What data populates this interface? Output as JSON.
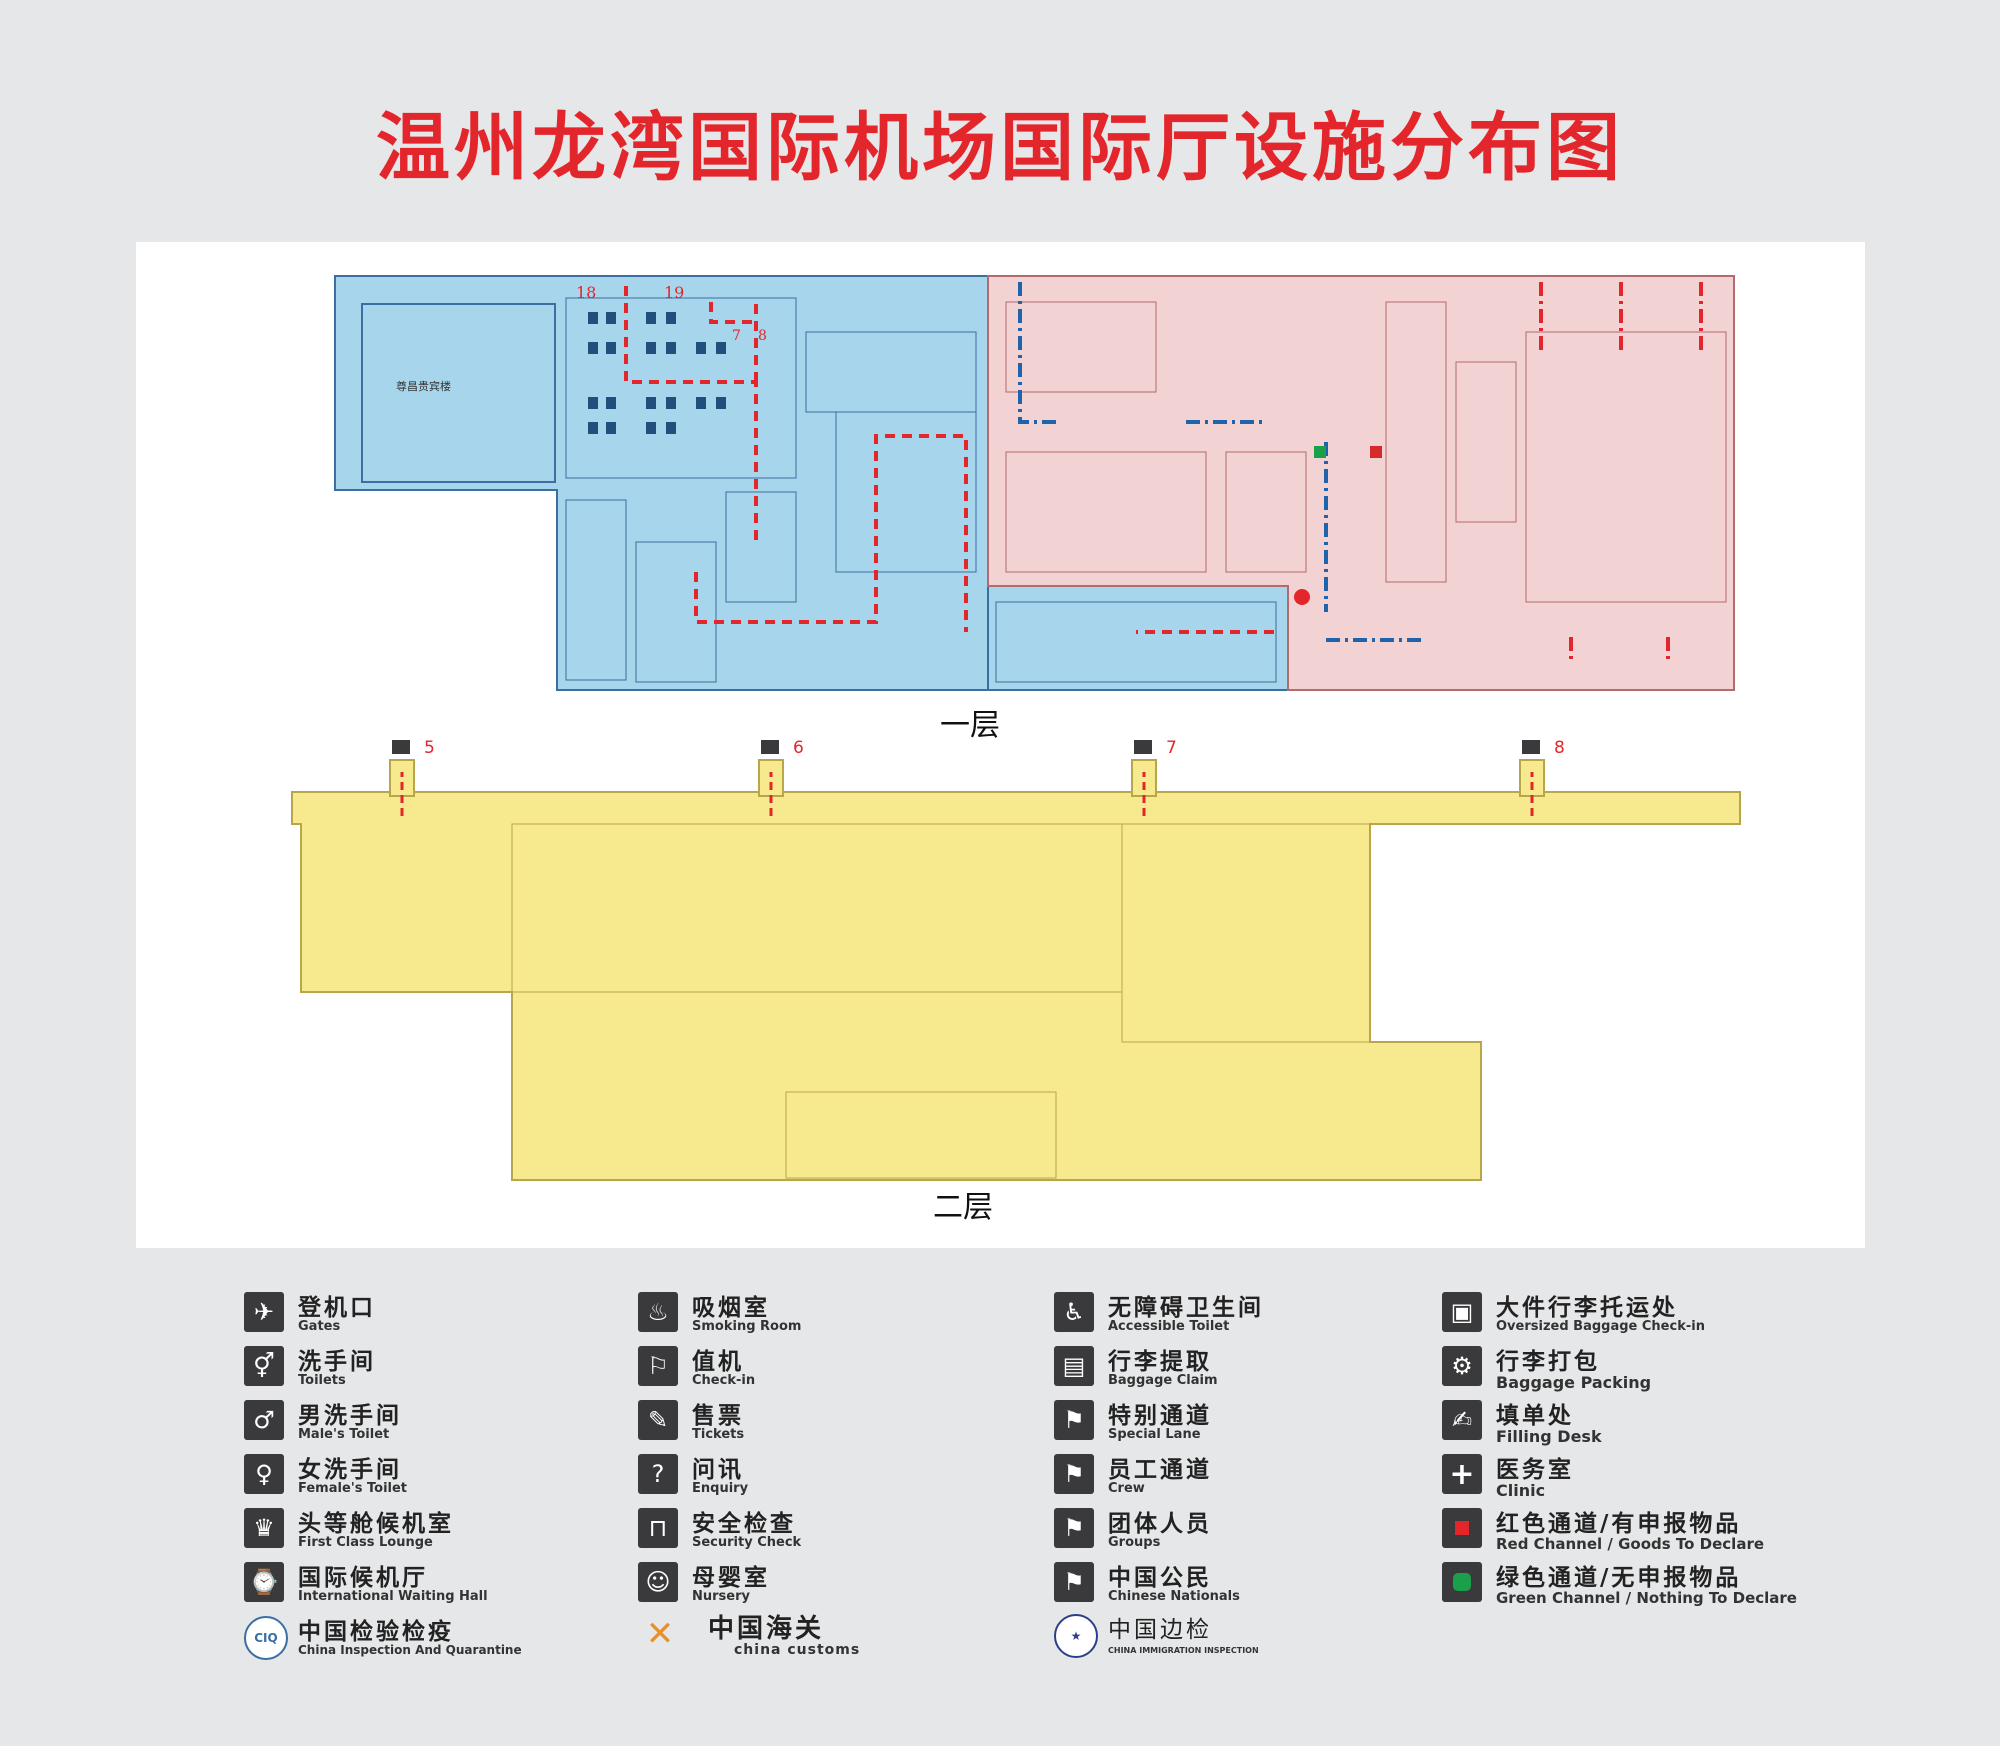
{
  "title": "温州龙湾国际机场国际厅设施分布图",
  "floors": {
    "first": "一层",
    "second": "二层"
  },
  "map": {
    "vip_room_label": "尊昌贵宾楼",
    "gate_numbers_first": [
      "18",
      "19",
      "7",
      "8"
    ],
    "gate_numbers_second": [
      "5",
      "6",
      "7",
      "8"
    ],
    "colors": {
      "departure_zone": "#a7d5ec",
      "arrival_zone": "#f3d2d3",
      "second_floor": "#f7e98d",
      "departure_route": "#e3262b",
      "arrival_route": "#1f63ad"
    }
  },
  "legend": [
    {
      "cn": "登机口",
      "en": "Gates",
      "icon": "plane-icon"
    },
    {
      "cn": "洗手间",
      "en": "Toilets",
      "icon": "toilets-icon"
    },
    {
      "cn": "男洗手间",
      "en": "Male's Toilet",
      "icon": "male-toilet-icon"
    },
    {
      "cn": "女洗手间",
      "en": "Female's Toilet",
      "icon": "female-toilet-icon"
    },
    {
      "cn": "头等舱候机室",
      "en": "First Class Lounge",
      "icon": "first-class-lounge-icon"
    },
    {
      "cn": "国际候机厅",
      "en": "International Waiting Hall",
      "icon": "waiting-hall-icon"
    },
    {
      "cn": "中国检验检疫",
      "en": "China Inspection And Quarantine",
      "icon": "ciq-logo-icon"
    },
    {
      "cn": "吸烟室",
      "en": "Smoking Room",
      "icon": "smoking-icon"
    },
    {
      "cn": "值机",
      "en": "Check-in",
      "icon": "check-in-icon"
    },
    {
      "cn": "售票",
      "en": "Tickets",
      "icon": "tickets-icon"
    },
    {
      "cn": "问讯",
      "en": "Enquiry",
      "icon": "enquiry-icon"
    },
    {
      "cn": "安全检查",
      "en": "Security Check",
      "icon": "security-check-icon"
    },
    {
      "cn": "母婴室",
      "en": "Nursery",
      "icon": "nursery-icon"
    },
    {
      "cn": "中国海关",
      "en": "china customs",
      "icon": "customs-logo-icon"
    },
    {
      "cn": "无障碍卫生间",
      "en": "Accessible Toilet",
      "icon": "accessible-toilet-icon"
    },
    {
      "cn": "行李提取",
      "en": "Baggage Claim",
      "icon": "baggage-claim-icon"
    },
    {
      "cn": "特别通道",
      "en": "Special Lane",
      "icon": "special-lane-icon"
    },
    {
      "cn": "员工通道",
      "en": "Crew",
      "icon": "crew-icon"
    },
    {
      "cn": "团体人员",
      "en": "Groups",
      "icon": "groups-icon"
    },
    {
      "cn": "中国公民",
      "en": "Chinese Nationals",
      "icon": "chinese-nationals-icon"
    },
    {
      "cn": "中国边检",
      "en": "CHINA IMMIGRATION INSPECTION",
      "icon": "immigration-logo-icon"
    },
    {
      "cn": "大件行李托运处",
      "en": "Oversized Baggage Check-in",
      "icon": "oversized-baggage-icon"
    },
    {
      "cn": "行李打包",
      "en": "Baggage Packing",
      "icon": "baggage-packing-icon"
    },
    {
      "cn": "填单处",
      "en": "Filling Desk",
      "icon": "filling-desk-icon"
    },
    {
      "cn": "医务室",
      "en": "Clinic",
      "icon": "clinic-icon"
    },
    {
      "cn": "红色通道/有申报物品",
      "en": "Red Channel / Goods To Declare",
      "icon": "red-channel-icon"
    },
    {
      "cn": "绿色通道/无申报物品",
      "en": "Green Channel / Nothing To Declare",
      "icon": "green-channel-icon"
    }
  ]
}
